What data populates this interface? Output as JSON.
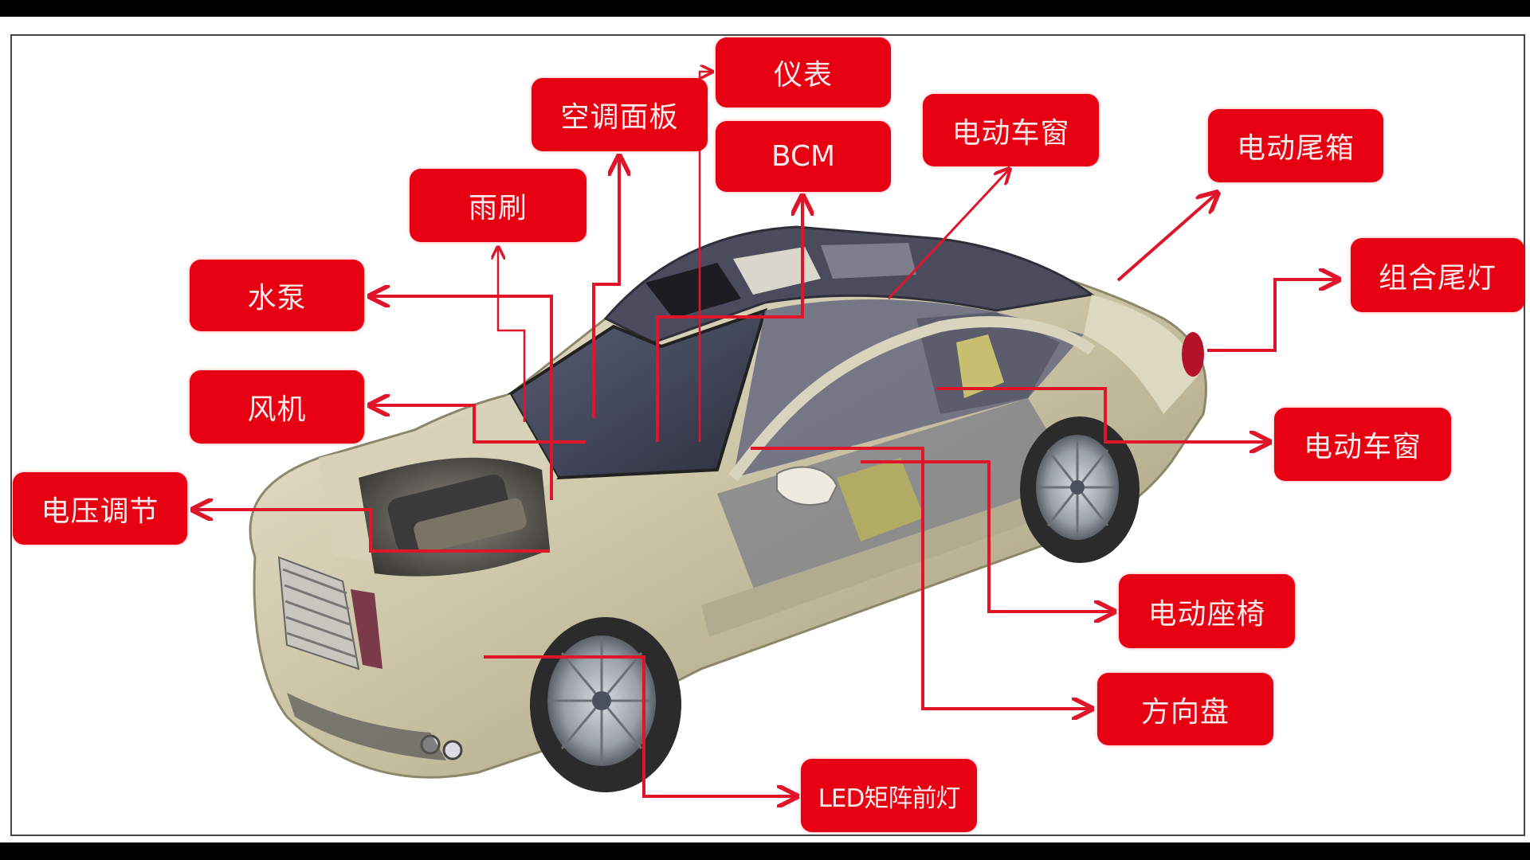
{
  "diagram": {
    "title": "",
    "subject": "car-cutaway-body-electronics",
    "accent_color": "#e60012",
    "label_text_color": "#fbeaea",
    "connector_color": "#e0152a",
    "labels": {
      "instrument_cluster": "仪表",
      "ac_panel": "空调面板",
      "bcm": "BCM",
      "power_window_top": "电动车窗",
      "power_tailgate": "电动尾箱",
      "combination_taillight": "组合尾灯",
      "wiper": "雨刷",
      "water_pump": "水泵",
      "blower": "风机",
      "voltage_regulation": "电压调节",
      "power_window_right": "电动车窗",
      "power_seat": "电动座椅",
      "steering_wheel": "方向盘",
      "led_matrix_headlight": "LED矩阵前灯"
    }
  }
}
